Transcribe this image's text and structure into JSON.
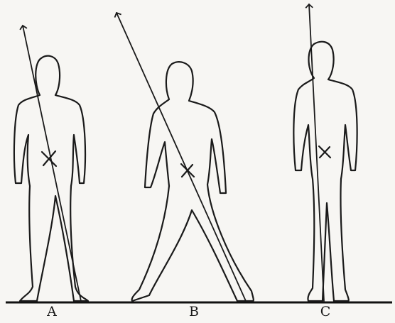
{
  "figures": [
    {
      "label": "A"
    },
    {
      "label": "B"
    },
    {
      "label": "C"
    }
  ]
}
